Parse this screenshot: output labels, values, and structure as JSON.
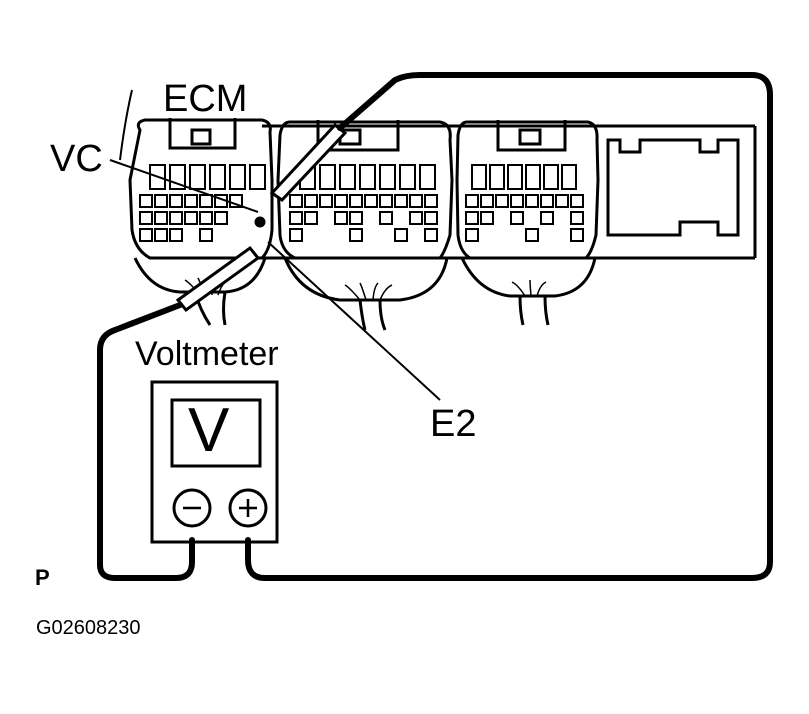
{
  "labels": {
    "ecm": "ECM",
    "vc": "VC",
    "e2": "E2",
    "voltmeter": "Voltmeter",
    "page_marker": "P",
    "figure_code": "G02608230"
  },
  "meter": {
    "display": "V",
    "negative_symbol": "−",
    "positive_symbol": "+"
  }
}
